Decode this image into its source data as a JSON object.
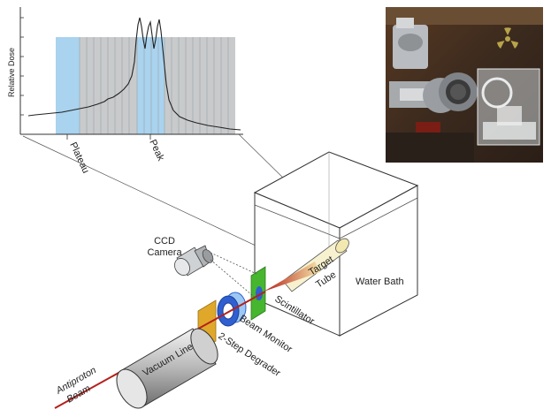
{
  "plot": {
    "ylabel": "Relative Dose",
    "region_labels": {
      "plateau": "Plateau",
      "peak": "Peak"
    },
    "colors": {
      "plateau_band": "#a9d3ef",
      "peak_band": "#a9d3ef",
      "gray_band": "#c8cacc",
      "curve": "#222222"
    }
  },
  "photo": {
    "description_hidden": ""
  },
  "labels": {
    "ccd_camera_line1": "CCD",
    "ccd_camera_line2": "Camera",
    "target_tube_line1": "Target",
    "target_tube_line2": "Tube",
    "water_bath": "Water Bath",
    "scintillator": "Scintillator",
    "beam_monitor": "Beam Monitor",
    "degrader": "2-Step Degrader",
    "vacuum_line": "Vacuum Line",
    "antiproton_line1": "Antiproton",
    "antiproton_line2": "Beam"
  },
  "colors": {
    "degrader": "#e0a82a",
    "scintillator": "#46b62f",
    "beam_monitor": "#2f5fd0",
    "beam": "#b5201a",
    "cone": "#c8502a"
  }
}
